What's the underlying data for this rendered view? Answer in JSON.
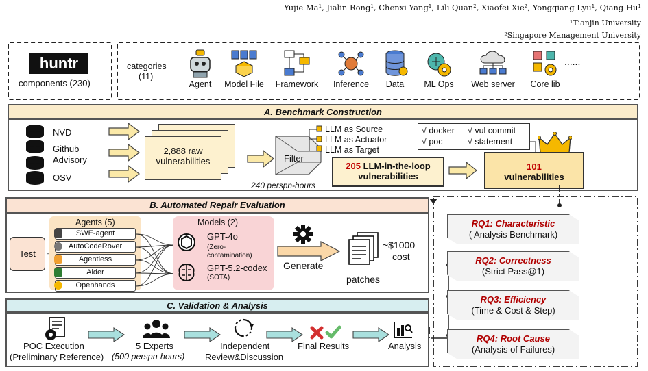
{
  "authors": {
    "line": "Yujie Ma¹, Jialin Rong¹, Chenxi Yang¹, Lili Quan², Xiaofei Xie², Yongqiang Lyu¹, Qiang Hu¹",
    "affil1": "¹Tianjin University",
    "affil2": "²Singapore Management University"
  },
  "top": {
    "logo": "huntr",
    "components": "components (230)",
    "categories_label": "categories",
    "categories_count": "(11)",
    "categories": [
      "Agent",
      "Model File",
      "Framework",
      "Inference",
      "Data",
      "ML Ops",
      "Web server",
      "Core lib"
    ],
    "more": "......"
  },
  "sectionA": {
    "title": "A. Benchmark Construction",
    "sources": [
      "NVD",
      "Github",
      "Advisory",
      "OSV"
    ],
    "raw_count": "2,888 raw",
    "raw_label": "vulnerabilities",
    "filter": "Filter",
    "filter_options": [
      "LLM as Source",
      "LLM as Actuator",
      "LLM as Target"
    ],
    "hours": "240 perspn-hours",
    "loop_count": "205",
    "loop_label1": "LLM-in-the-loop",
    "loop_label2": "vulnerabilities",
    "checks": [
      "√ docker",
      "√ vul commit",
      "√ poc",
      "√ statement"
    ],
    "final_count": "101",
    "final_label": "vulnerabilities"
  },
  "sectionB": {
    "title": "B. Automated Repair Evaluation",
    "test": "Test",
    "agents_title": "Agents (5)",
    "agents": [
      "SWE-agent",
      "AutoCodeRover",
      "Agentless",
      "Aider",
      "Openhands"
    ],
    "models_title": "Models (2)",
    "model1": "GPT-4o",
    "model1_note1": "(Zero-",
    "model1_note2": "contamination)",
    "model2": "GPT-5.2-codex",
    "model2_note": "(SOTA)",
    "generate": "Generate",
    "patches": "patches",
    "cost1": "~$1000",
    "cost2": "cost"
  },
  "sectionC": {
    "title": "C. Validation & Analysis",
    "poc": "POC Execution",
    "poc_sub": "(Preliminary Reference)",
    "hours": "(500 perspn-hours)",
    "experts": "5 Experts",
    "review1": "Independent",
    "review2": "Review&Discussion",
    "final": "Final Results",
    "analysis": "Analysis"
  },
  "rq": [
    {
      "title": "RQ1: Characteristic",
      "sub": "( Analysis Benchmark)"
    },
    {
      "title": "RQ2: Correctness",
      "sub": "(Strict Pass@1)"
    },
    {
      "title": "RQ3: Efficiency",
      "sub": "(Time & Cost & Step)"
    },
    {
      "title": "RQ4: Root Cause",
      "sub": "(Analysis of Failures)"
    }
  ],
  "colors": {
    "sectionA": "#fbeccb",
    "sectionB": "#fbe3d3",
    "sectionC": "#d7eef0",
    "arrowA": "#fbe9a8",
    "arrowC": "#a9e0de",
    "rqRed": "#b00000",
    "gold": "#f5b800"
  }
}
